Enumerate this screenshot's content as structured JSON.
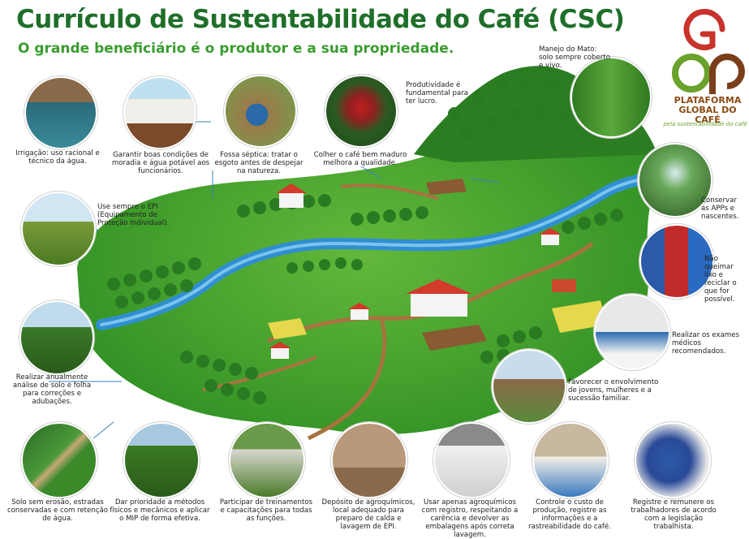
{
  "title": "Currículo de Sustentabilidade do Café  (CSC)",
  "subtitle": "O grande beneficiário é o produtor e a sua propriedade.",
  "logo": {
    "line1": "PLATAFORMA",
    "line2": "GLOBAL DO CAFÉ",
    "tagline": "pela sustentabilidade do café",
    "colors": {
      "red": "#c8332b",
      "green": "#6aa22c",
      "brown": "#7a3f1a"
    }
  },
  "captions": {
    "irrigacao": "Irrigação: uso racional e técnico da água.",
    "moradia": "Garantir boas condições de moradia e água potável aos funcionários.",
    "fossa": "Fossa séptica: tratar o esgoto antes de despejar na natureza.",
    "colher": "Colher o café bem maduro melhora a qualidade.",
    "produtividade": "Produtividade é fundamental para ter lucro.",
    "mato": "Manejo do Mato: solo sempre coberto e vivo.",
    "epi": "Use sempre o EPI (Equipamento de Proteção Individual).",
    "apps": "Conservar as APPs e nascentes.",
    "lixo": "Não queimar lixo e reciclar o que for possível.",
    "analise": "Realizar anualmente análise de solo e folha para correções e adubações.",
    "exames": "Realizar os exames médicos recomendados.",
    "jovens": "Favorecer o envolvimento de jovens, mulheres e a sucessão familiar.",
    "erosao": "Solo sem erosão, estradas conservadas e com retenção de água.",
    "mip": "Dar prioridade a métodos físicos e mecânicos e aplicar o MIP de forma efetiva.",
    "treinamentos": "Participar de treinamentos e capacitações para todas as funções.",
    "deposito": "Depósito de agroquímicos, local adequado para preparo de calda e lavagem de EPI.",
    "agroquimicos": "Usar apenas agroquímicos com registro, respeitando a carência e devolver as embalagens após correta lavagem.",
    "custo": "Controle o custo de produção, registre as informações e a rastreabilidade do café.",
    "registrar": "Registre e remunere os trabalhadores de acordo com a legislação trabalhista."
  },
  "colors": {
    "title": "#1f6f2a",
    "subtitle": "#3a9c2f",
    "field": "#3e9e2a",
    "river": "#2f8fd0",
    "road": "#9c6b3e",
    "house_roof": "#d23a2a"
  }
}
